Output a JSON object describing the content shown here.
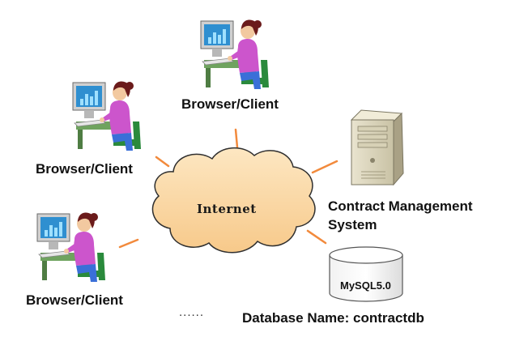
{
  "clients": [
    {
      "label": "Browser/Client"
    },
    {
      "label": "Browser/Client"
    },
    {
      "label": "Browser/Client"
    }
  ],
  "cloud": {
    "label": "Internet"
  },
  "server": {
    "label_line1": "Contract Management",
    "label_line2": "System"
  },
  "database": {
    "engine_label": "MySQL5.0",
    "name_label": "Database Name: contractdb"
  },
  "ellipsis": "......",
  "colors": {
    "connector": "#f28a3c",
    "cloud_fill": "#fbd9a4",
    "cloud_stroke": "#2f2f2f",
    "person_top": "#cc55cc",
    "person_hair": "#6b1b1b",
    "monitor_screen": "#2f8fd0",
    "chair": "#2a8a3c"
  },
  "icons": {
    "client": "person-at-computer-icon",
    "server": "server-tower-icon",
    "database": "database-cylinder-icon",
    "cloud": "internet-cloud-icon"
  }
}
